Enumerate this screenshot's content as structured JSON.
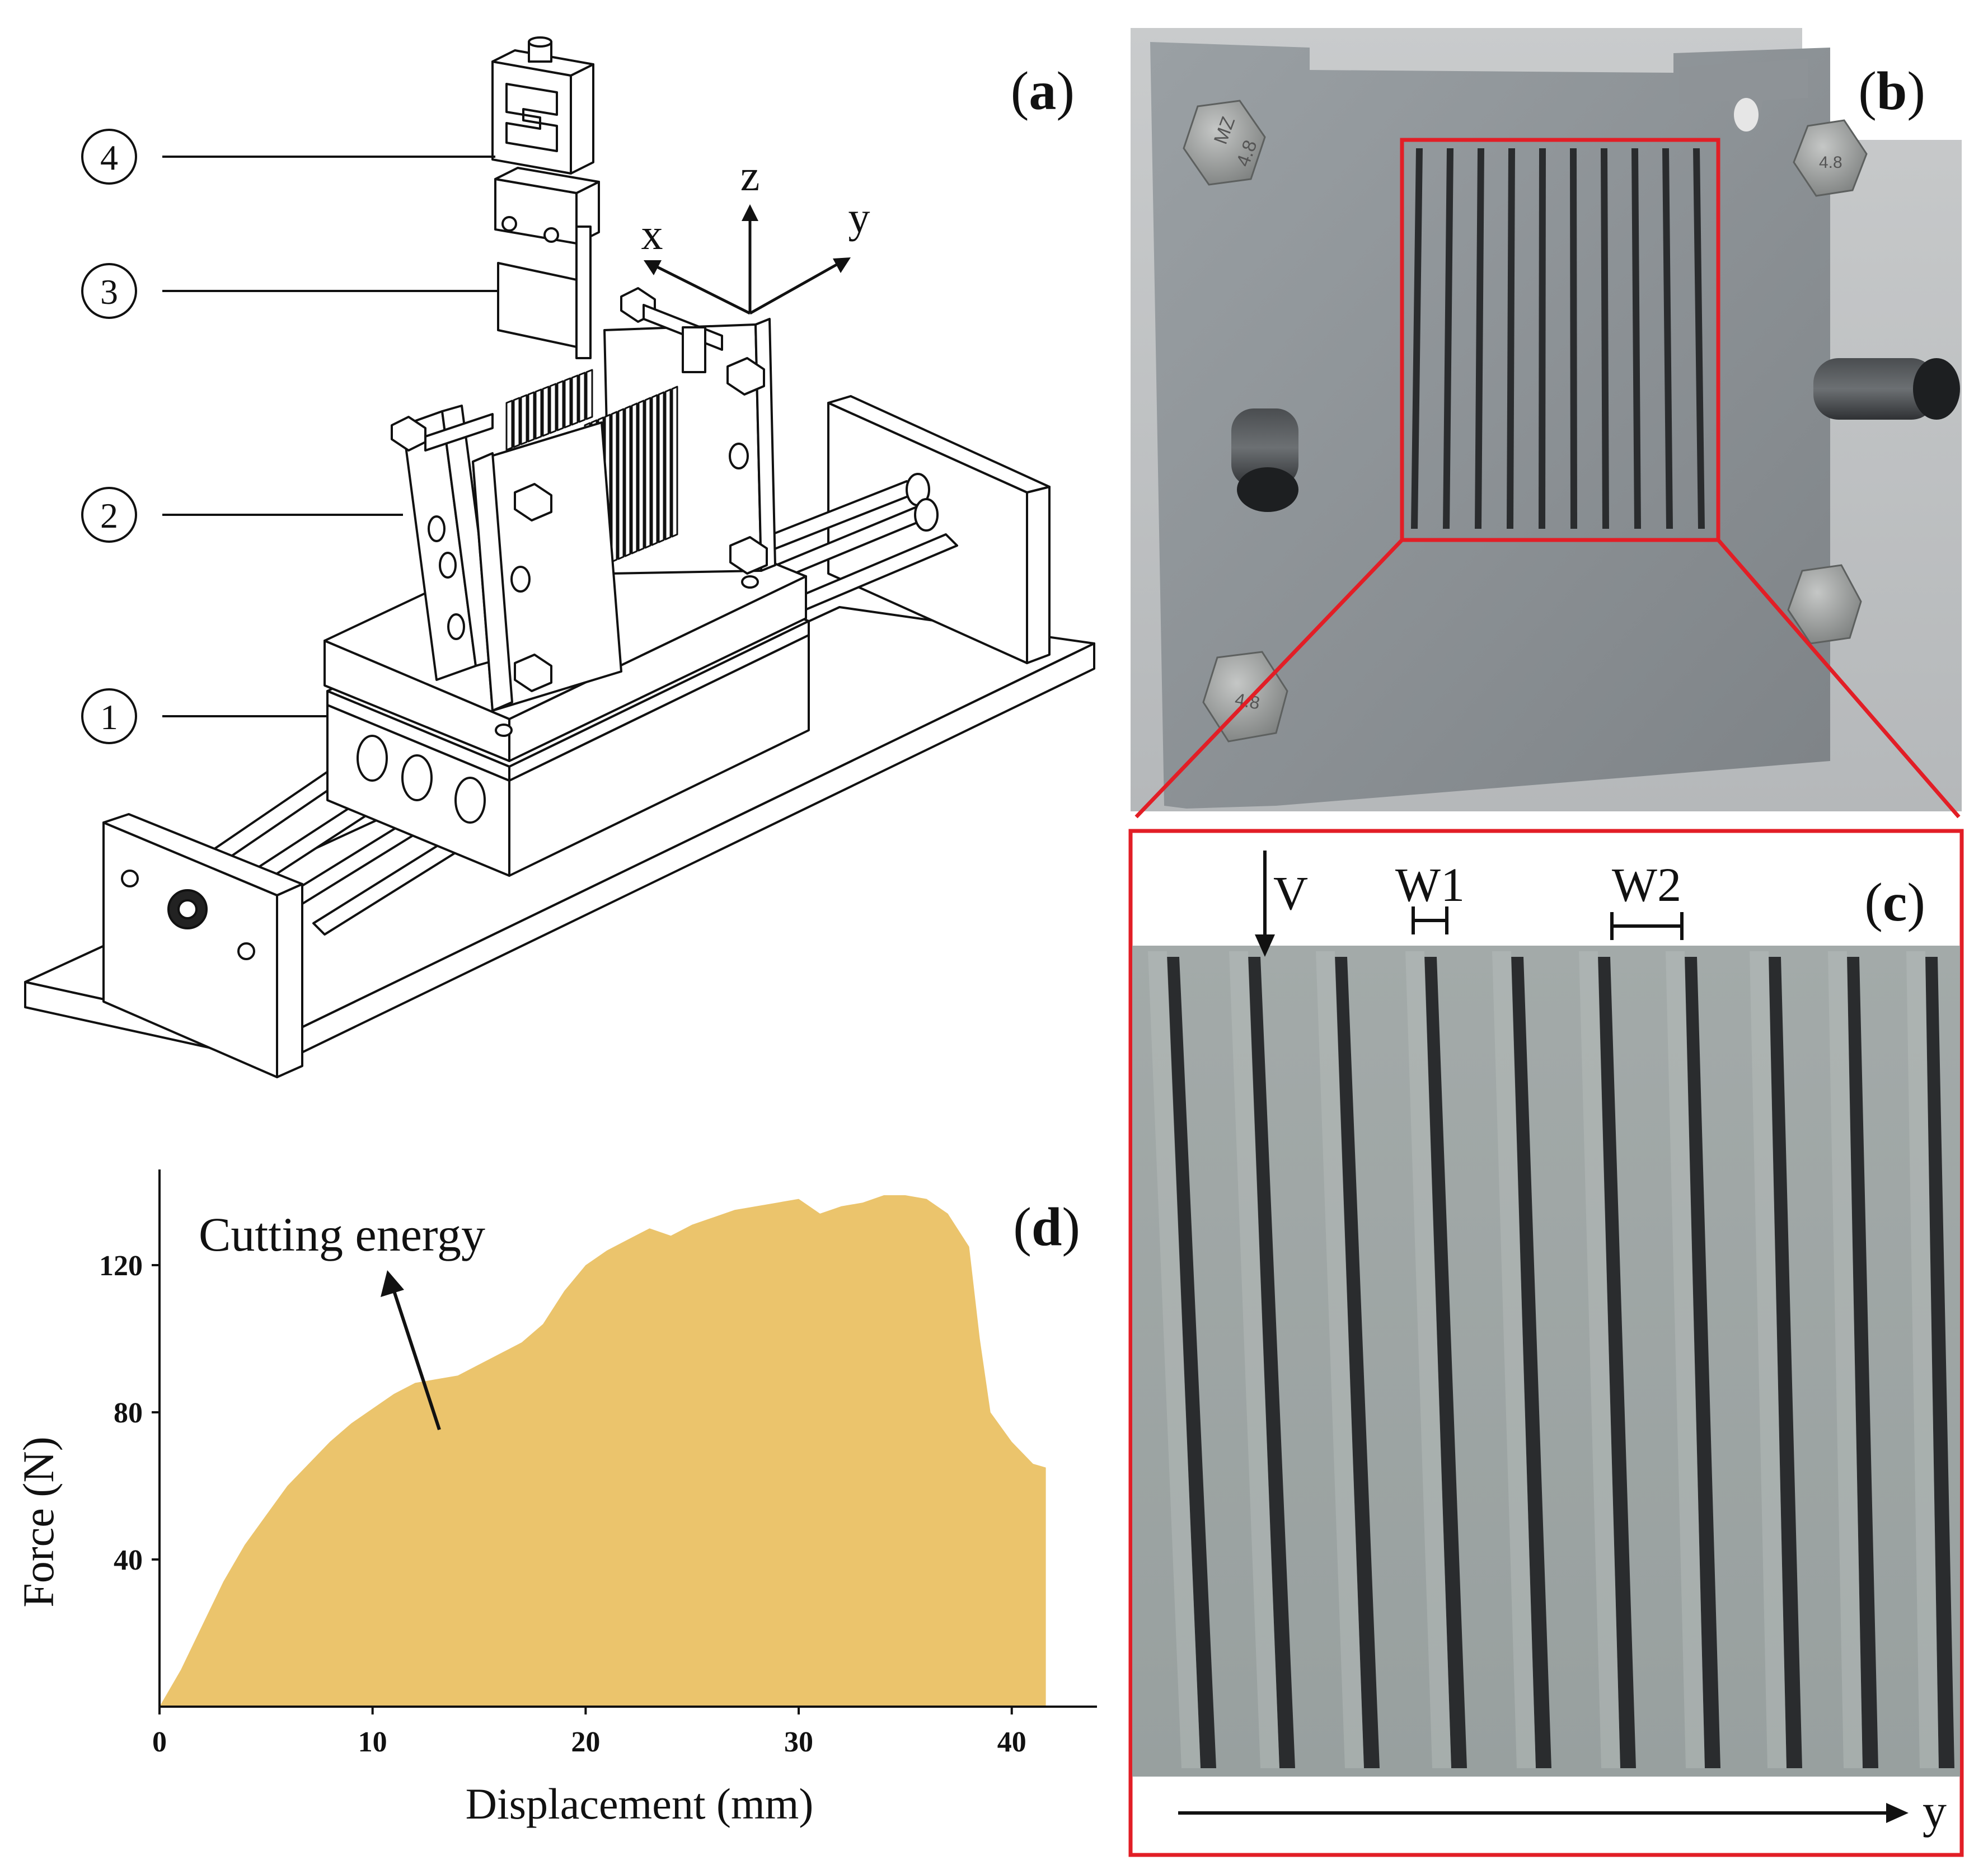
{
  "panel_a": {
    "label_open": "(",
    "label_letter": "a",
    "label_close": ")",
    "axes": {
      "x": "x",
      "y": "y",
      "z": "z"
    },
    "callouts": [
      "①",
      "②",
      "③",
      "④"
    ]
  },
  "panel_b": {
    "label_open": "(",
    "label_letter": "b",
    "label_close": ")",
    "bolt_marks": [
      "MZ",
      "4.8",
      "4.8",
      "4.8"
    ]
  },
  "panel_c": {
    "label_open": "(",
    "label_letter": "c",
    "label_close": ")",
    "velocity": "V",
    "w1": "W1",
    "w2": "W2",
    "direction": "y"
  },
  "panel_d": {
    "label_open": "(",
    "label_letter": "d",
    "label_close": ")",
    "annotation": "Cutting energy"
  },
  "colors": {
    "fill": "#EBC46C",
    "highlight": "#E21E26",
    "plate": "#8E9397",
    "slot": "#2A2C2E",
    "ink": "#111111"
  },
  "chart_data": {
    "type": "area",
    "xlabel": "Displacement (mm)",
    "ylabel": "Force (N)",
    "xlim": [
      0,
      44
    ],
    "ylim": [
      0,
      146
    ],
    "xticks": [
      0,
      10,
      20,
      30,
      40
    ],
    "yticks": [
      40,
      80,
      120
    ],
    "grid": false,
    "series": [
      {
        "x": [
          0,
          1,
          2,
          3,
          4,
          5,
          6,
          7,
          8,
          9,
          10,
          11,
          12,
          13,
          14,
          15,
          16,
          17,
          18,
          19,
          20,
          21,
          22,
          23,
          24,
          25,
          26,
          27,
          28,
          29,
          30,
          31,
          32,
          33,
          34,
          35,
          36,
          37,
          38,
          38.5,
          39,
          40,
          41,
          41.6
        ],
        "values": [
          0,
          10,
          22,
          34,
          44,
          52,
          60,
          66,
          72,
          77,
          81,
          85,
          88,
          89,
          90,
          93,
          96,
          99,
          104,
          113,
          120,
          124,
          127,
          130,
          128,
          131,
          133,
          135,
          136,
          137,
          138,
          134,
          136,
          137,
          139,
          139,
          138,
          134,
          125,
          100,
          80,
          72,
          66,
          65
        ]
      }
    ]
  }
}
